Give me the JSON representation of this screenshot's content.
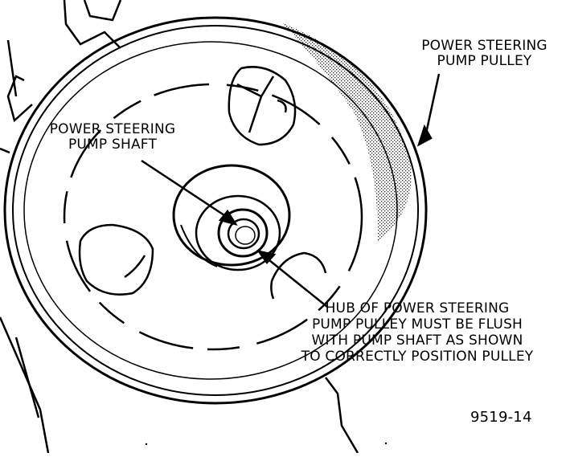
{
  "callouts": {
    "pulley": [
      "POWER STEERING",
      "PUMP PULLEY"
    ],
    "shaft": [
      "POWER STEERING",
      "PUMP SHAFT"
    ],
    "hub": [
      "HUB OF POWER STEERING",
      "PUMP PULLEY MUST BE FLUSH",
      "WITH PUMP SHAFT AS SHOWN",
      "TO CORRECTLY POSITION PULLEY"
    ]
  },
  "figure_number": "9519-14",
  "colors": {
    "ink": "#000000",
    "paper": "#ffffff"
  }
}
